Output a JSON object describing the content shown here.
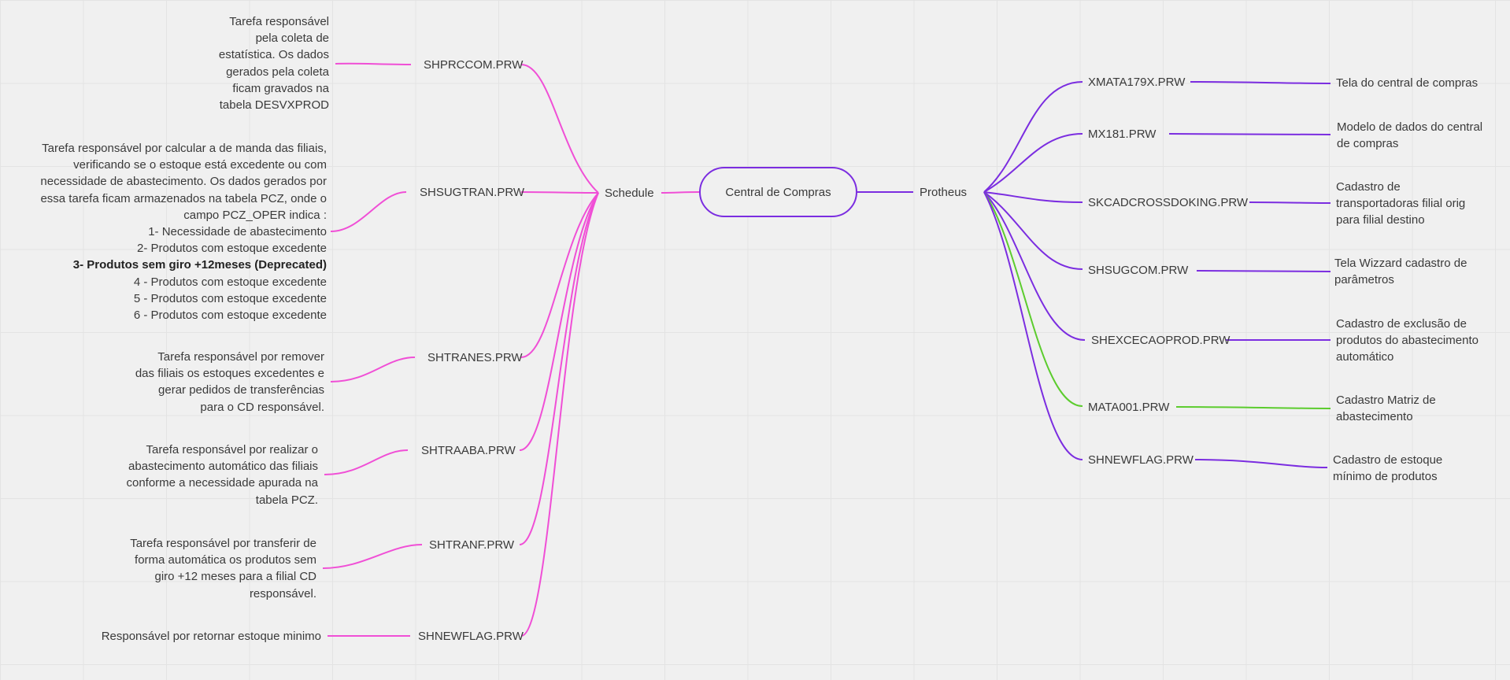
{
  "central": "Central de Compras",
  "hubs": {
    "left": "Schedule",
    "right": "Protheus"
  },
  "left_nodes": [
    {
      "name": "SHPRCCOM.PRW",
      "description": [
        "Tarefa responsável",
        "pela coleta de",
        "estatística. Os dados",
        "gerados pela coleta",
        "ficam gravados na",
        "tabela DESVXPROD"
      ]
    },
    {
      "name": "SHSUGTRAN.PRW",
      "description": [
        "Tarefa responsável por calcular a de manda das filiais,",
        "verificando se o estoque está excedente ou com",
        "necessidade de abastecimento. Os dados gerados por",
        "essa tarefa ficam armazenados na tabela PCZ, onde o",
        "campo PCZ_OPER indica :",
        "1- Necessidade de abastecimento",
        "2- Produtos com estoque excedente",
        "3- Produtos sem giro +12meses (Deprecated)",
        "4 - Produtos com estoque excedente",
        "5 - Produtos com estoque excedente",
        "6 - Produtos com estoque excedente"
      ]
    },
    {
      "name": "SHTRANES.PRW",
      "description": [
        "Tarefa responsável por remover",
        "das filiais os estoques excedentes e",
        "gerar pedidos de transferências",
        "para o CD responsável."
      ]
    },
    {
      "name": "SHTRAABA.PRW",
      "description": [
        "Tarefa responsável por realizar o",
        "abastecimento automático das filiais",
        "conforme a necessidade apurada na",
        "tabela PCZ."
      ]
    },
    {
      "name": "SHTRANF.PRW",
      "description": [
        "Tarefa responsável por transferir de",
        "forma automática os produtos sem",
        "giro +12 meses para a filial CD",
        "responsável."
      ]
    },
    {
      "name": "SHNEWFLAG.PRW",
      "description": [
        "Responsável por retornar estoque minimo"
      ]
    }
  ],
  "right_nodes": [
    {
      "name": "XMATA179X.PRW",
      "description": [
        "Tela do central de compras"
      ]
    },
    {
      "name": "MX181.PRW",
      "description": [
        "Modelo de dados do central",
        "de compras"
      ]
    },
    {
      "name": "SKCADCROSSDOKING.PRW",
      "description": [
        "Cadastro de",
        "transportadoras filial orig",
        "para filial destino"
      ]
    },
    {
      "name": "SHSUGCOM.PRW",
      "description": [
        "Tela Wizzard cadastro de",
        "parâmetros"
      ]
    },
    {
      "name": "SHEXCECAOPROD.PRW",
      "description": [
        "Cadastro de exclusão de",
        "produtos do abastecimento",
        "automático"
      ]
    },
    {
      "name": "MATA001.PRW",
      "description": [
        "Cadastro Matriz de",
        "abastecimento"
      ]
    },
    {
      "name": "SHNEWFLAG.PRW",
      "description": [
        "Cadastro de estoque",
        "mínimo de produtos"
      ]
    }
  ],
  "colors": {
    "left_branch": "#f04fd6",
    "right_branch": "#7b2de0",
    "highlight_branch": "#5ccc2e",
    "text": "#3a3a3a",
    "background": "#f0f0f0"
  }
}
